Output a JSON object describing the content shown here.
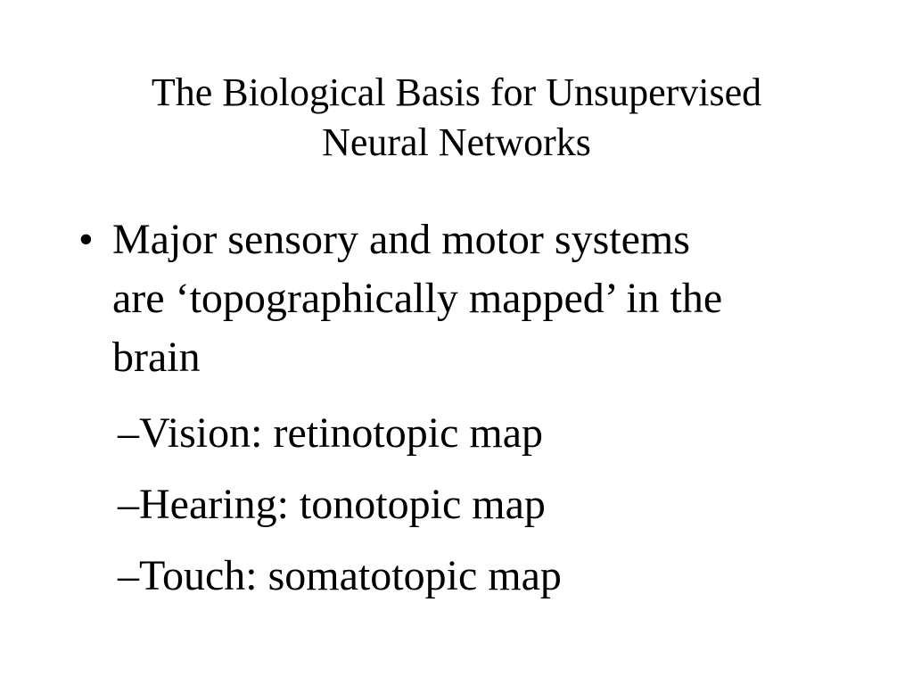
{
  "slide": {
    "title_line1": "The Biological Basis for Unsupervised",
    "title_line2": "Neural Networks",
    "bullet": {
      "marker": "•",
      "line1": "Major sensory and motor systems",
      "line2": "are ‘topographically mapped’ in the",
      "line3": "brain"
    },
    "sub_items": [
      {
        "marker": "–",
        "text": "Vision: retinotopic map"
      },
      {
        "marker": "–",
        "text": "Hearing: tonotopic map"
      },
      {
        "marker": "–",
        "text": "Touch: somatotopic map"
      }
    ]
  }
}
